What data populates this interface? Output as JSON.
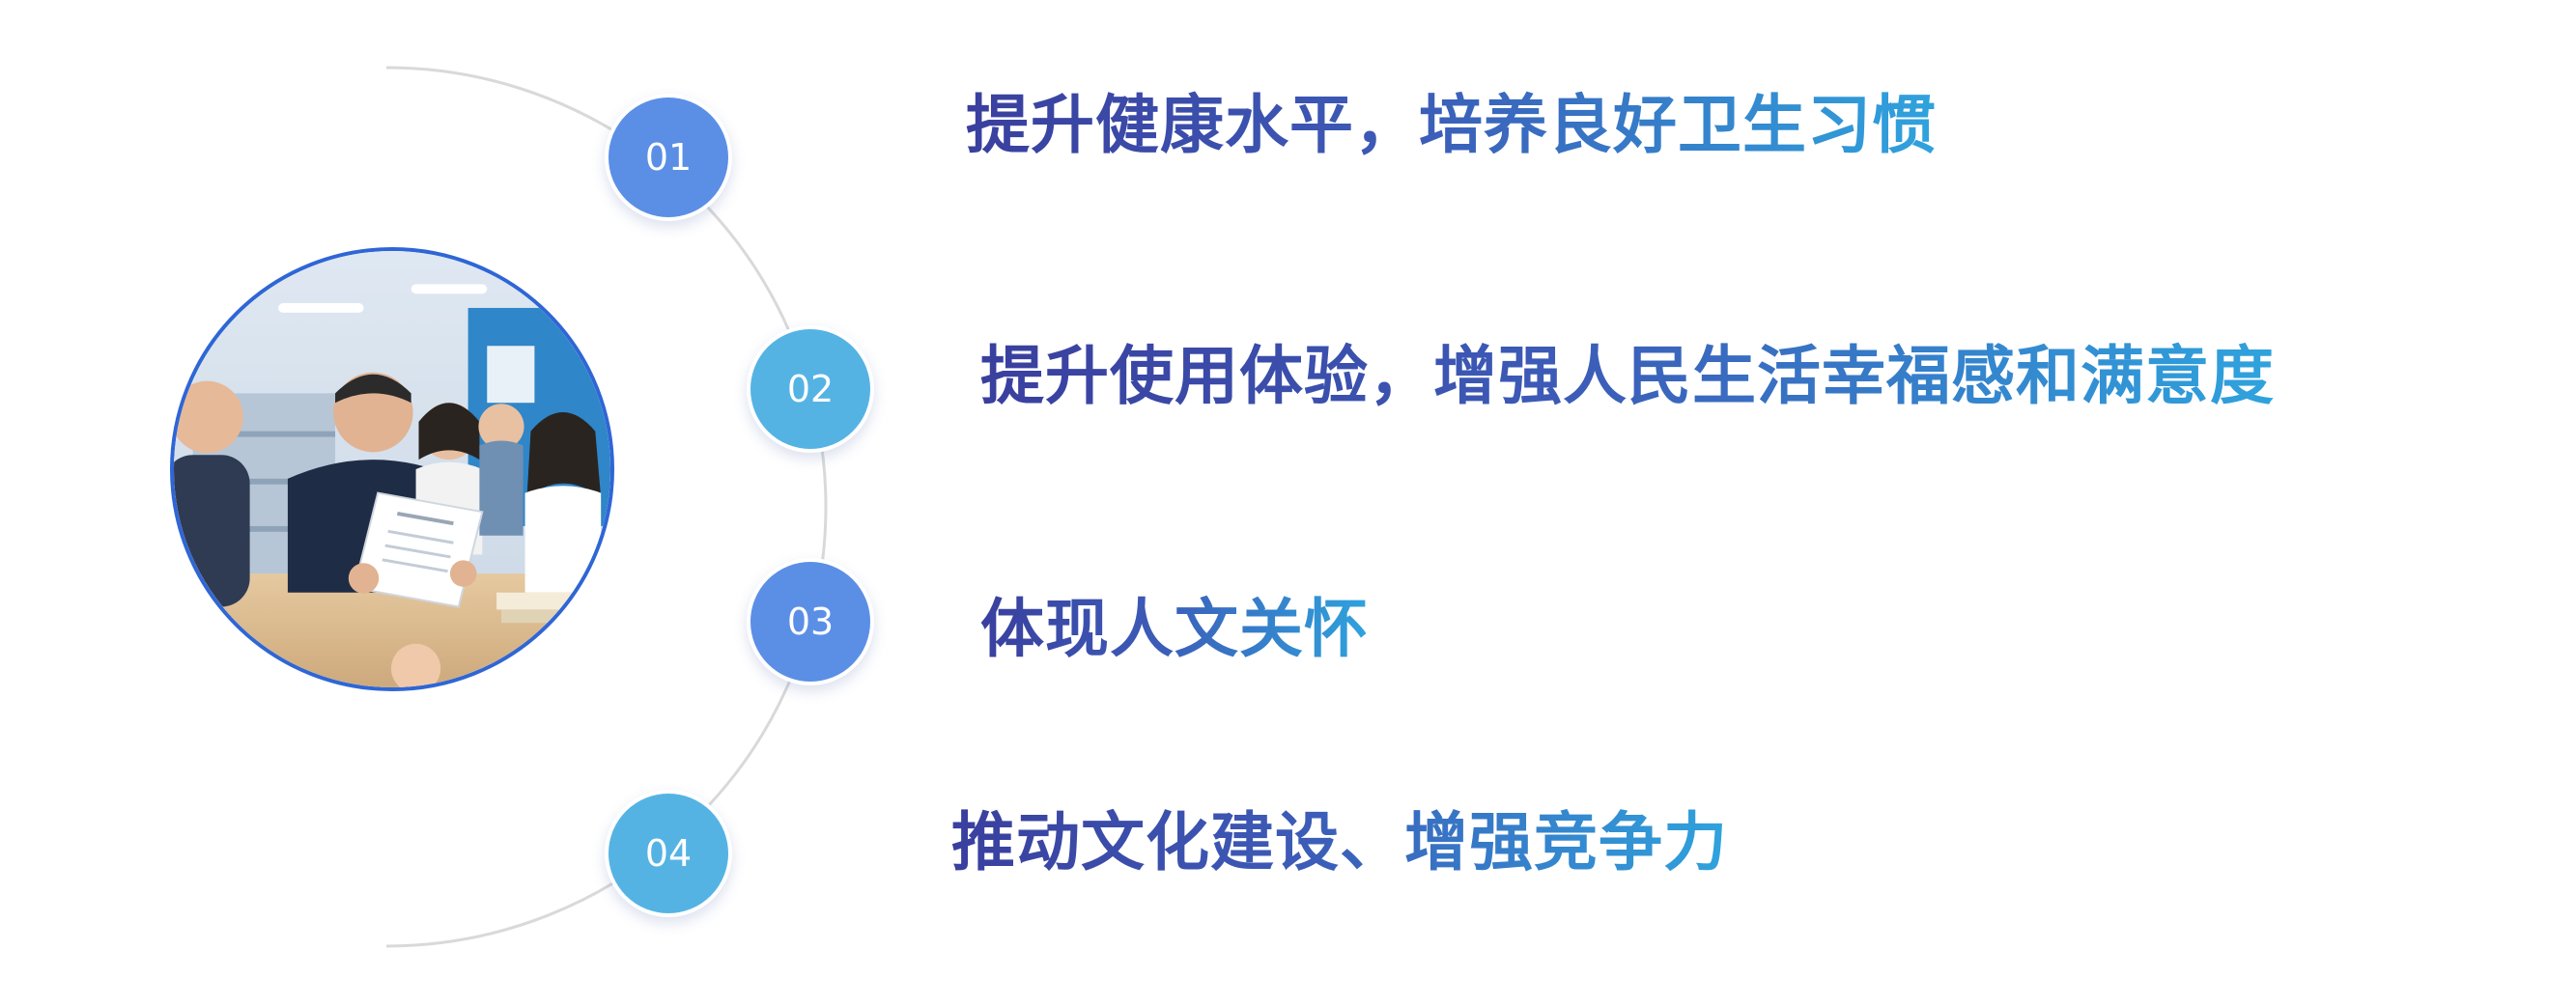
{
  "colors": {
    "circle_blue_dark": "#5b8fe6",
    "circle_blue_light": "#55b3e4",
    "photo_border": "#2f66d6",
    "text_gradient_start": "#3a3f9e",
    "text_gradient_end": "#2fa3dd",
    "arc": "#d9d9d9"
  },
  "photo": {
    "description_icon": "meeting-photo"
  },
  "items": [
    {
      "number": "01",
      "label": "提升健康水平，培养良好卫生习惯"
    },
    {
      "number": "02",
      "label": "提升使用体验，增强人民生活幸福感和满意度"
    },
    {
      "number": "03",
      "label": "体现人文关怀"
    },
    {
      "number": "04",
      "label": "推动文化建设、增强竞争力"
    }
  ]
}
